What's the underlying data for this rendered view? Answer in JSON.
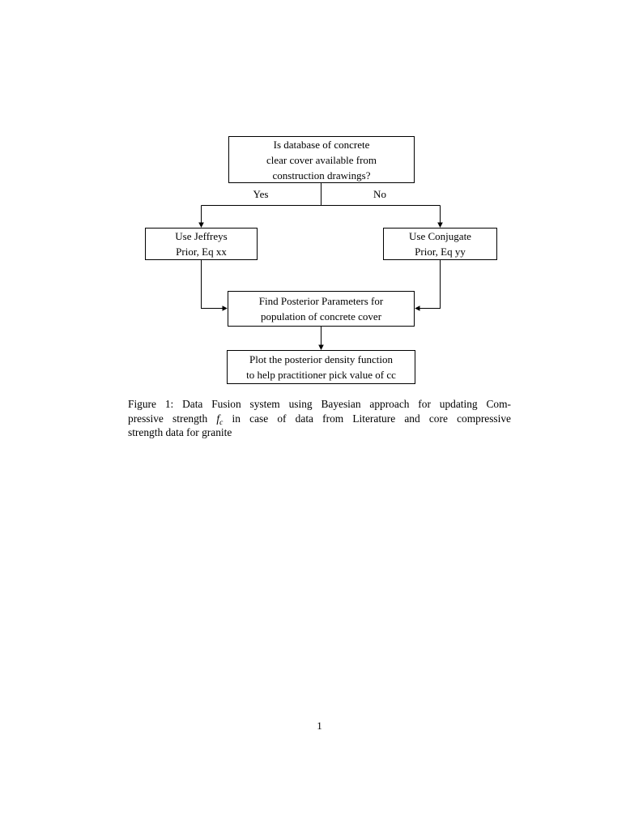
{
  "document": {
    "page_number": "1"
  },
  "figure": {
    "flowchart": {
      "decision": {
        "line1": "Is database of concrete",
        "line2": "clear cover available from",
        "line3": "construction drawings?"
      },
      "branch_yes": "Yes",
      "branch_no": "No",
      "jeffreys": {
        "line1": "Use Jeffreys",
        "line2": "Prior, Eq xx"
      },
      "conjugate": {
        "line1": "Use Conjugate",
        "line2": "Prior, Eq yy"
      },
      "posterior": {
        "line1": "Find Posterior Parameters for",
        "line2": "population of concrete cover"
      },
      "plot": {
        "line1": "Plot the posterior density function",
        "line2": "to help practitioner pick value of cc"
      }
    },
    "caption": {
      "line1": "Figure 1: Data Fusion system using Bayesian approach for updating Com-",
      "line2_before_math": "pressive strength ",
      "math_symbol": "f",
      "math_subscript": "c",
      "line2_after_math": " in case of data from Literature and core compressive",
      "line3": "strength data for granite"
    }
  },
  "colors": {
    "ink": "#000000",
    "background": "#ffffff"
  }
}
